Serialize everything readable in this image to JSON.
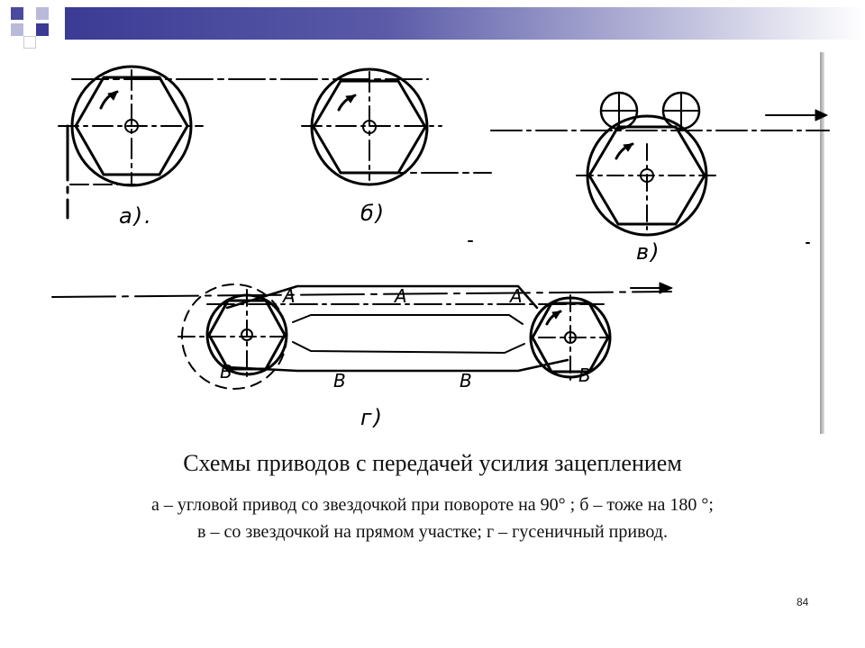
{
  "slide": {
    "accent_color": "#3b3b95",
    "caption_title": "Схемы приводов с передачей усилия зацеплением",
    "caption_line1": "а – угловой привод со звездочкой при повороте на 90° ; б – тоже на 180 °;",
    "caption_line2": "в – со звездочкой на прямом участке; г – гусеничный привод.",
    "page_number": "84"
  },
  "diagram": {
    "label_a": "а).",
    "label_b": "б)",
    "label_v": "в)",
    "label_g": "г)",
    "chain_marks_top": [
      "А",
      "А",
      "А"
    ],
    "chain_marks_bottom": [
      "В",
      "В",
      "В",
      "В"
    ]
  }
}
